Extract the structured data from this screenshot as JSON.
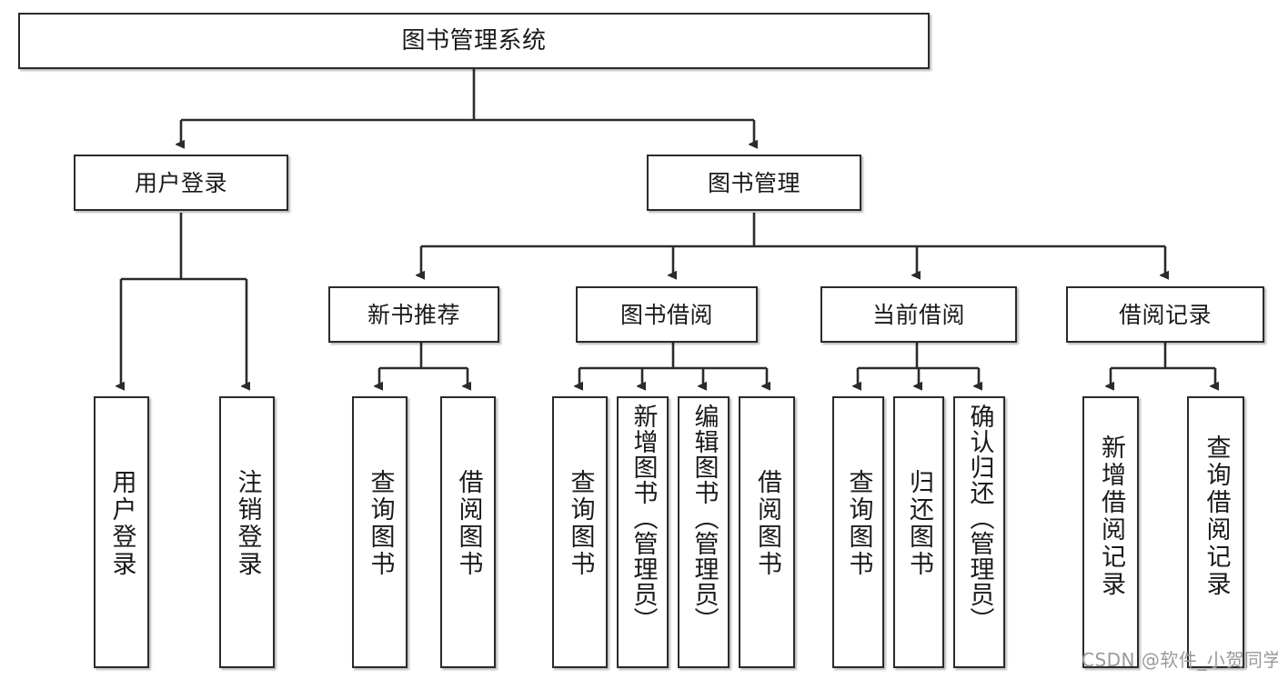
{
  "diagram": {
    "title": "图书管理系统",
    "type": "tree",
    "watermark": "CSDN @软件_小贺同学",
    "colors": {
      "node_border": "#2b2b2b",
      "node_fill": "#ffffff",
      "edge": "#2b2b2b",
      "text": "#1a1a1a",
      "watermark": "#9a9a9a",
      "background": "#ffffff"
    },
    "nodes": {
      "root": {
        "label": "图书管理系统"
      },
      "level2": [
        {
          "id": "user_login",
          "label": "用户登录"
        },
        {
          "id": "book_mgmt",
          "label": "图书管理"
        }
      ],
      "level3": [
        {
          "id": "new_book_rec",
          "label": "新书推荐"
        },
        {
          "id": "book_borrow",
          "label": "图书借阅"
        },
        {
          "id": "current_borrow",
          "label": "当前借阅"
        },
        {
          "id": "borrow_record",
          "label": "借阅记录"
        }
      ],
      "leaves": {
        "user_login": [
          {
            "id": "leaf_user_login",
            "label": "用户登录"
          },
          {
            "id": "leaf_logout",
            "label": "注销登录"
          }
        ],
        "new_book_rec": [
          {
            "id": "leaf_query_book_1",
            "label": "查询图书"
          },
          {
            "id": "leaf_borrow_book_1",
            "label": "借阅图书"
          }
        ],
        "book_borrow": [
          {
            "id": "leaf_query_book_2",
            "label": "查询图书"
          },
          {
            "id": "leaf_add_book",
            "label": "新增图书（管理员）"
          },
          {
            "id": "leaf_edit_book",
            "label": "编辑图书（管理员）"
          },
          {
            "id": "leaf_borrow_book_2",
            "label": "借阅图书"
          }
        ],
        "current_borrow": [
          {
            "id": "leaf_query_book_3",
            "label": "查询图书"
          },
          {
            "id": "leaf_return_book",
            "label": "归还图书"
          },
          {
            "id": "leaf_confirm_return",
            "label": "确认归还（管理员）"
          }
        ],
        "borrow_record": [
          {
            "id": "leaf_add_record",
            "label": "新增借阅记录"
          },
          {
            "id": "leaf_query_record",
            "label": "查询借阅记录"
          }
        ]
      }
    }
  }
}
